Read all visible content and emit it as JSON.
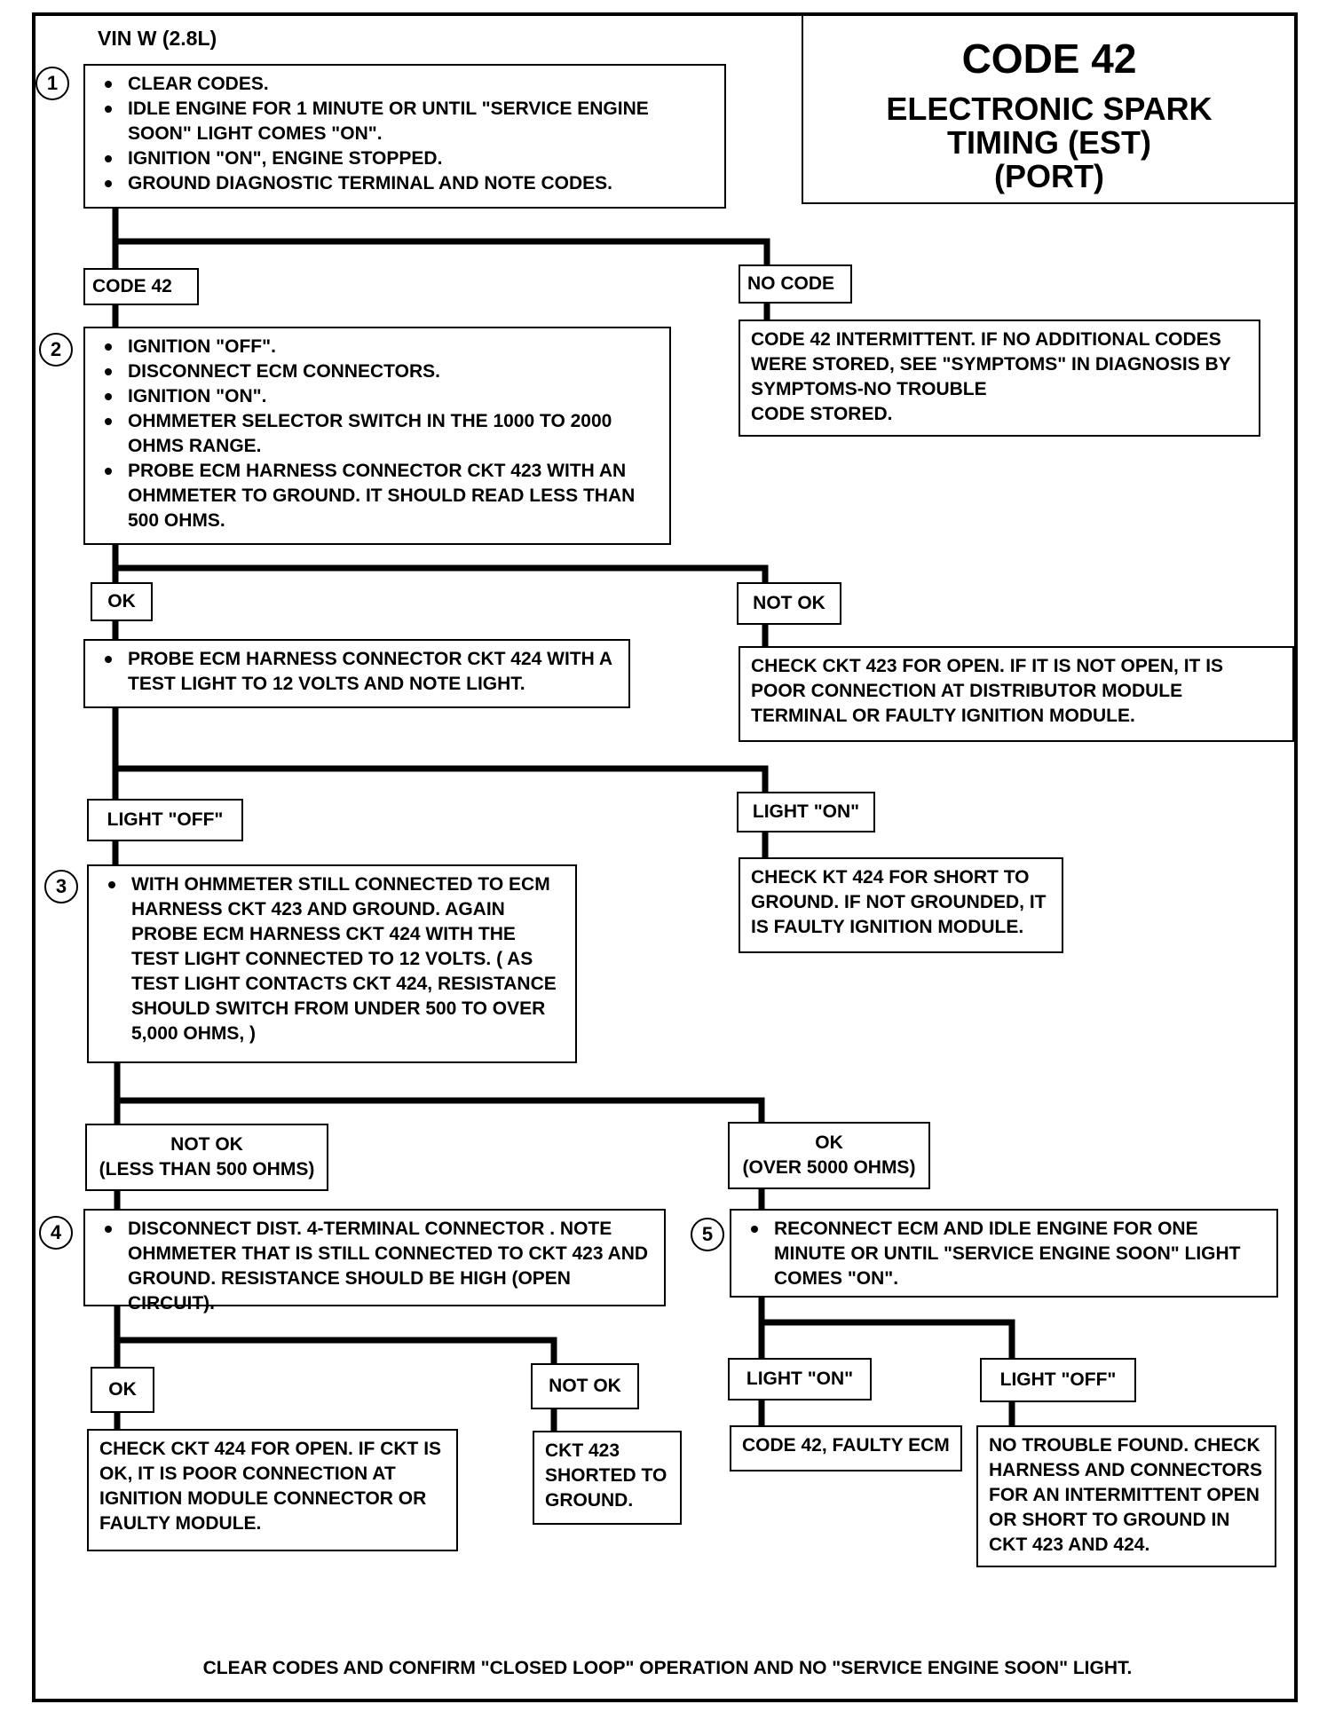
{
  "header": {
    "vin": "VIN W (2.8L)",
    "code_title": "CODE 42",
    "subtitle": "ELECTRONIC SPARK\nTIMING  (EST)\n(PORT)"
  },
  "steps": {
    "s1": {
      "number": "1",
      "items": [
        "CLEAR CODES.",
        "IDLE ENGINE FOR 1 MINUTE OR UNTIL \"SERVICE ENGINE SOON\" LIGHT COMES \"ON\".",
        "IGNITION \"ON\", ENGINE STOPPED.",
        "GROUND DIAGNOSTIC TERMINAL AND NOTE CODES."
      ]
    },
    "s2": {
      "number": "2",
      "items": [
        "IGNITION \"OFF\".",
        "DISCONNECT ECM CONNECTORS.",
        "IGNITION \"ON\".",
        "OHMMETER SELECTOR SWITCH IN THE 1000 TO 2000 OHMS RANGE.",
        "PROBE ECM HARNESS CONNECTOR CKT 423  WITH AN OHMMETER TO GROUND. IT SHOULD READ LESS THAN 500 OHMS."
      ]
    },
    "s2b": {
      "items": [
        "PROBE ECM HARNESS CONNECTOR CKT 424  WITH A TEST LIGHT TO 12 VOLTS AND NOTE LIGHT."
      ]
    },
    "s3": {
      "number": "3",
      "items": [
        "WITH OHMMETER STILL CONNECTED TO ECM HARNESS CKT 423 AND GROUND. AGAIN PROBE ECM HARNESS CKT 424 WITH THE TEST LIGHT CONNECTED TO 12 VOLTS.  ( AS TEST LIGHT CONTACTS CKT 424, RESISTANCE SHOULD SWITCH FROM UNDER 500 TO OVER 5,000 OHMS, )"
      ]
    },
    "s4": {
      "number": "4",
      "items": [
        "DISCONNECT DIST. 4-TERMINAL CONNECTOR .  NOTE OHMMETER THAT IS STILL CONNECTED TO CKT 423  AND GROUND. RESISTANCE SHOULD BE HIGH (OPEN CIRCUIT)."
      ]
    },
    "s5": {
      "number": "5",
      "items": [
        "RECONNECT ECM AND IDLE ENGINE FOR ONE MINUTE OR UNTIL \"SERVICE ENGINE SOON\" LIGHT COMES \"ON\"."
      ]
    }
  },
  "labels": {
    "code42": "CODE 42",
    "no_code": "NO CODE",
    "ok1": "OK",
    "not_ok1": "NOT OK",
    "light_off1": "LIGHT \"OFF\"",
    "light_on1": "LIGHT \"ON\"",
    "not_ok_less": "NOT OK\n(LESS THAN 500 OHMS)",
    "ok_over": "OK\n(OVER 5000 OHMS)",
    "ok2": "OK",
    "not_ok2": "NOT OK",
    "light_on2": "LIGHT \"ON\"",
    "light_off2": "LIGHT \"OFF\""
  },
  "results": {
    "no_code_text": "CODE 42 INTERMITTENT.  IF NO ADDITIONAL CODES WERE STORED, SEE \"SYMPTOMS\" IN DIAGNOSIS BY SYMPTOMS-NO TROUBLE\nCODE STORED.",
    "not_ok1_text": "CHECK CKT 423 FOR OPEN. IF IT IS NOT OPEN, IT IS POOR CONNECTION AT DISTRIBUTOR MODULE TERMINAL OR FAULTY IGNITION MODULE.",
    "light_on1_text": "CHECK KT 424 FOR SHORT TO GROUND.  IF NOT GROUNDED, IT IS FAULTY IGNITION MODULE.",
    "ok2_text": "CHECK CKT 424 FOR OPEN. IF CKT IS OK, IT IS POOR CONNECTION AT IGNITION MODULE CONNECTOR OR FAULTY MODULE.",
    "not_ok2_text": "CKT 423 SHORTED TO GROUND.",
    "light_on2_text": "CODE 42, FAULTY ECM",
    "light_off2_text": "NO TROUBLE FOUND. CHECK HARNESS AND CONNECTORS FOR AN INTERMITTENT OPEN OR SHORT TO GROUND IN CKT 423 AND 424."
  },
  "footer": "CLEAR CODES AND CONFIRM \"CLOSED LOOP\" OPERATION AND NO \"SERVICE ENGINE SOON\" LIGHT."
}
